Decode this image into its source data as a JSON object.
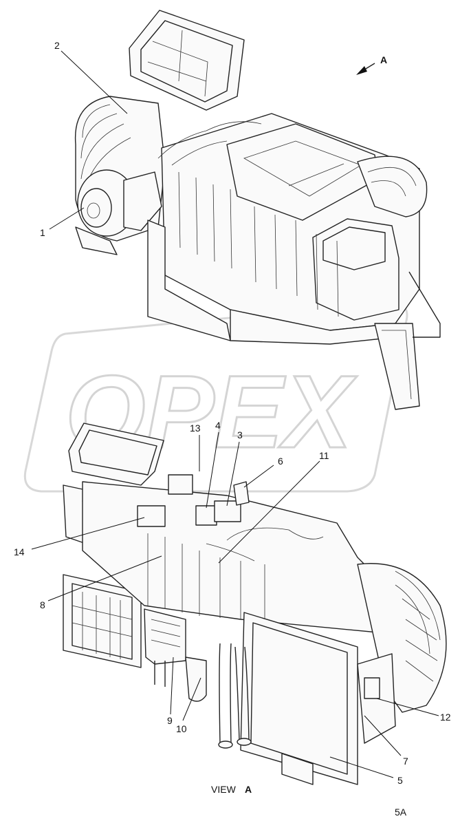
{
  "watermark": "OPEX",
  "view_direction": "A",
  "top_assembly": {
    "callouts": [
      {
        "id": "c1",
        "label": "1"
      },
      {
        "id": "c2",
        "label": "2"
      }
    ]
  },
  "bottom_assembly": {
    "callouts": [
      {
        "id": "c13",
        "label": "13"
      },
      {
        "id": "c4",
        "label": "4"
      },
      {
        "id": "c3",
        "label": "3"
      },
      {
        "id": "c6",
        "label": "6"
      },
      {
        "id": "c11",
        "label": "11"
      },
      {
        "id": "c14",
        "label": "14"
      },
      {
        "id": "c8",
        "label": "8"
      },
      {
        "id": "c9",
        "label": "9"
      },
      {
        "id": "c10",
        "label": "10"
      },
      {
        "id": "c12",
        "label": "12"
      },
      {
        "id": "c7",
        "label": "7"
      },
      {
        "id": "c5",
        "label": "5"
      }
    ]
  },
  "view_caption": {
    "prefix": "VIEW",
    "letter": "A"
  },
  "sheet_code": "5A"
}
